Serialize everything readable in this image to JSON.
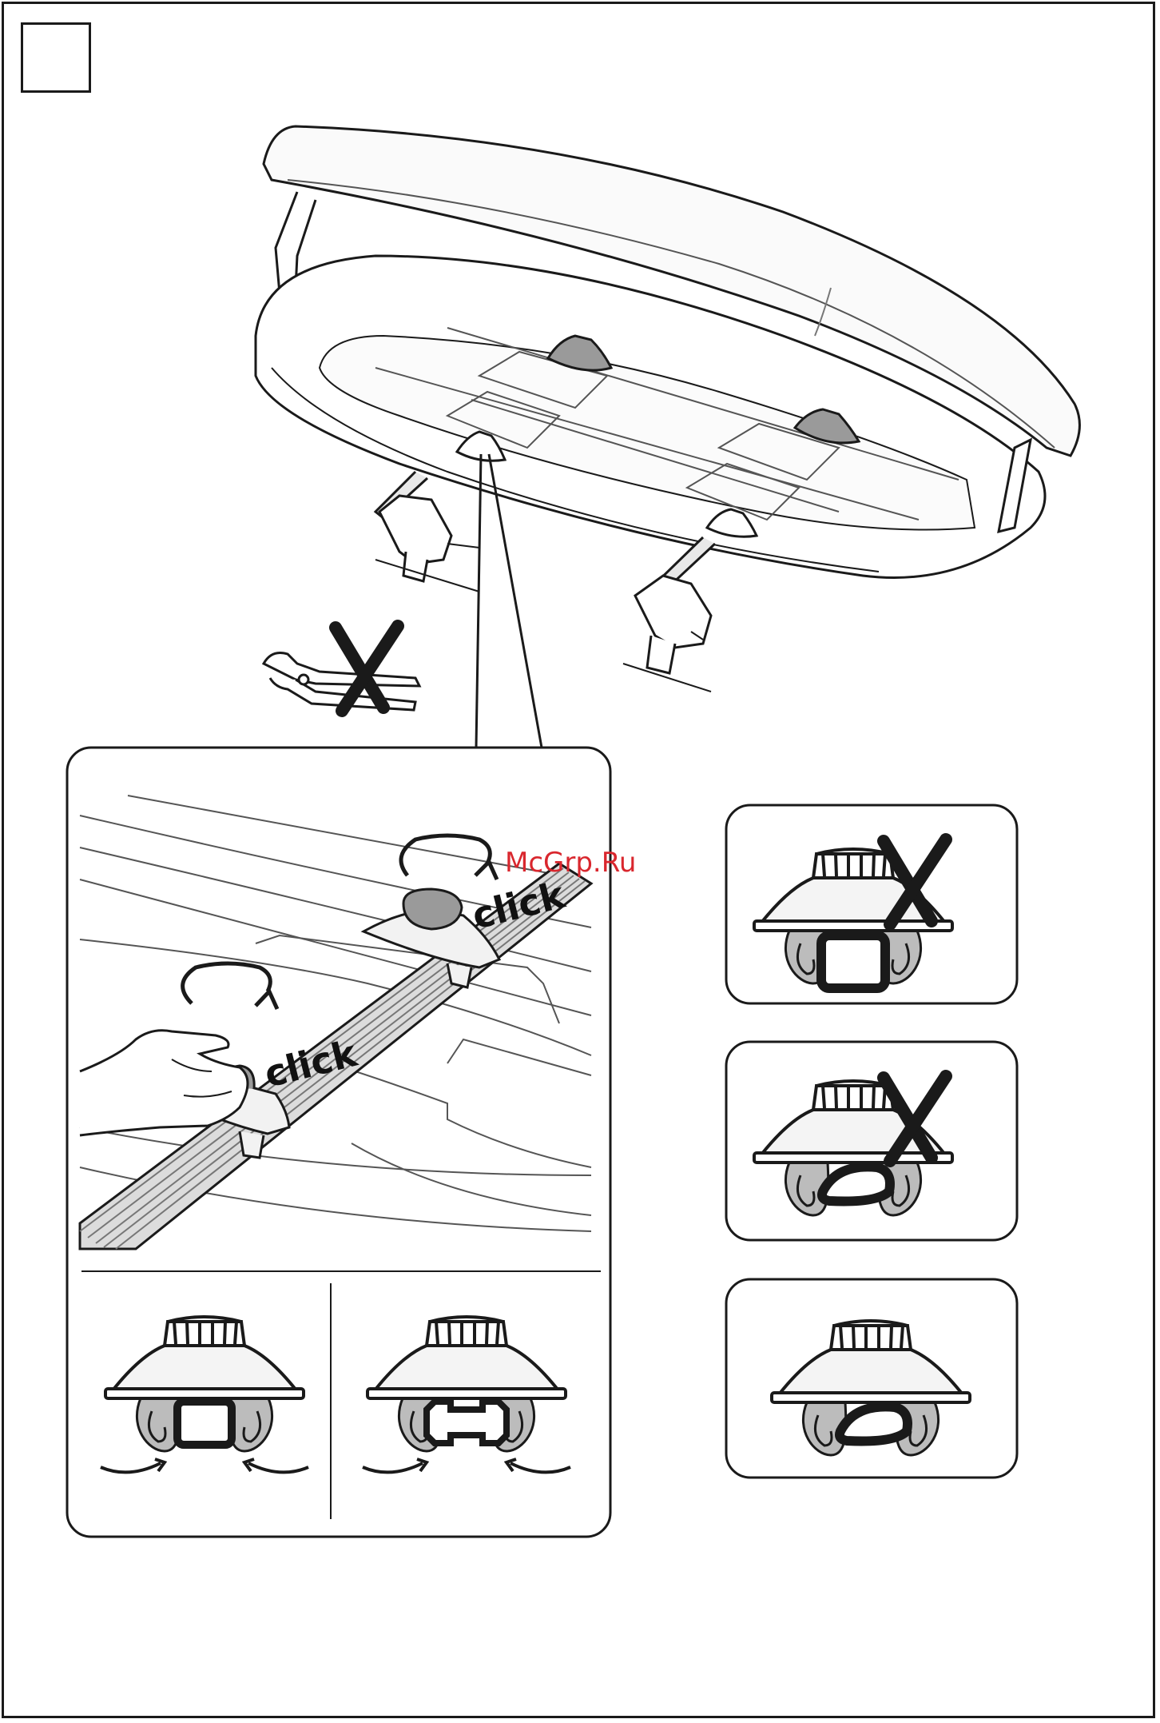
{
  "page": {
    "step_number": "",
    "watermark": "McGrp.Ru"
  },
  "detail": {
    "click_label_upper": "click",
    "click_label_lower": "click"
  },
  "icons": {
    "wrench": "pliers-crossed-icon",
    "rotate": "rotate-arrow-icon",
    "wrong": "cross-mark-icon"
  },
  "colors": {
    "line": "#1a1a1a",
    "fill_light": "#f4f4f4",
    "fill_grey": "#bcbcbc",
    "fill_dark": "#8a8a8a",
    "watermark": "#d9272e"
  }
}
